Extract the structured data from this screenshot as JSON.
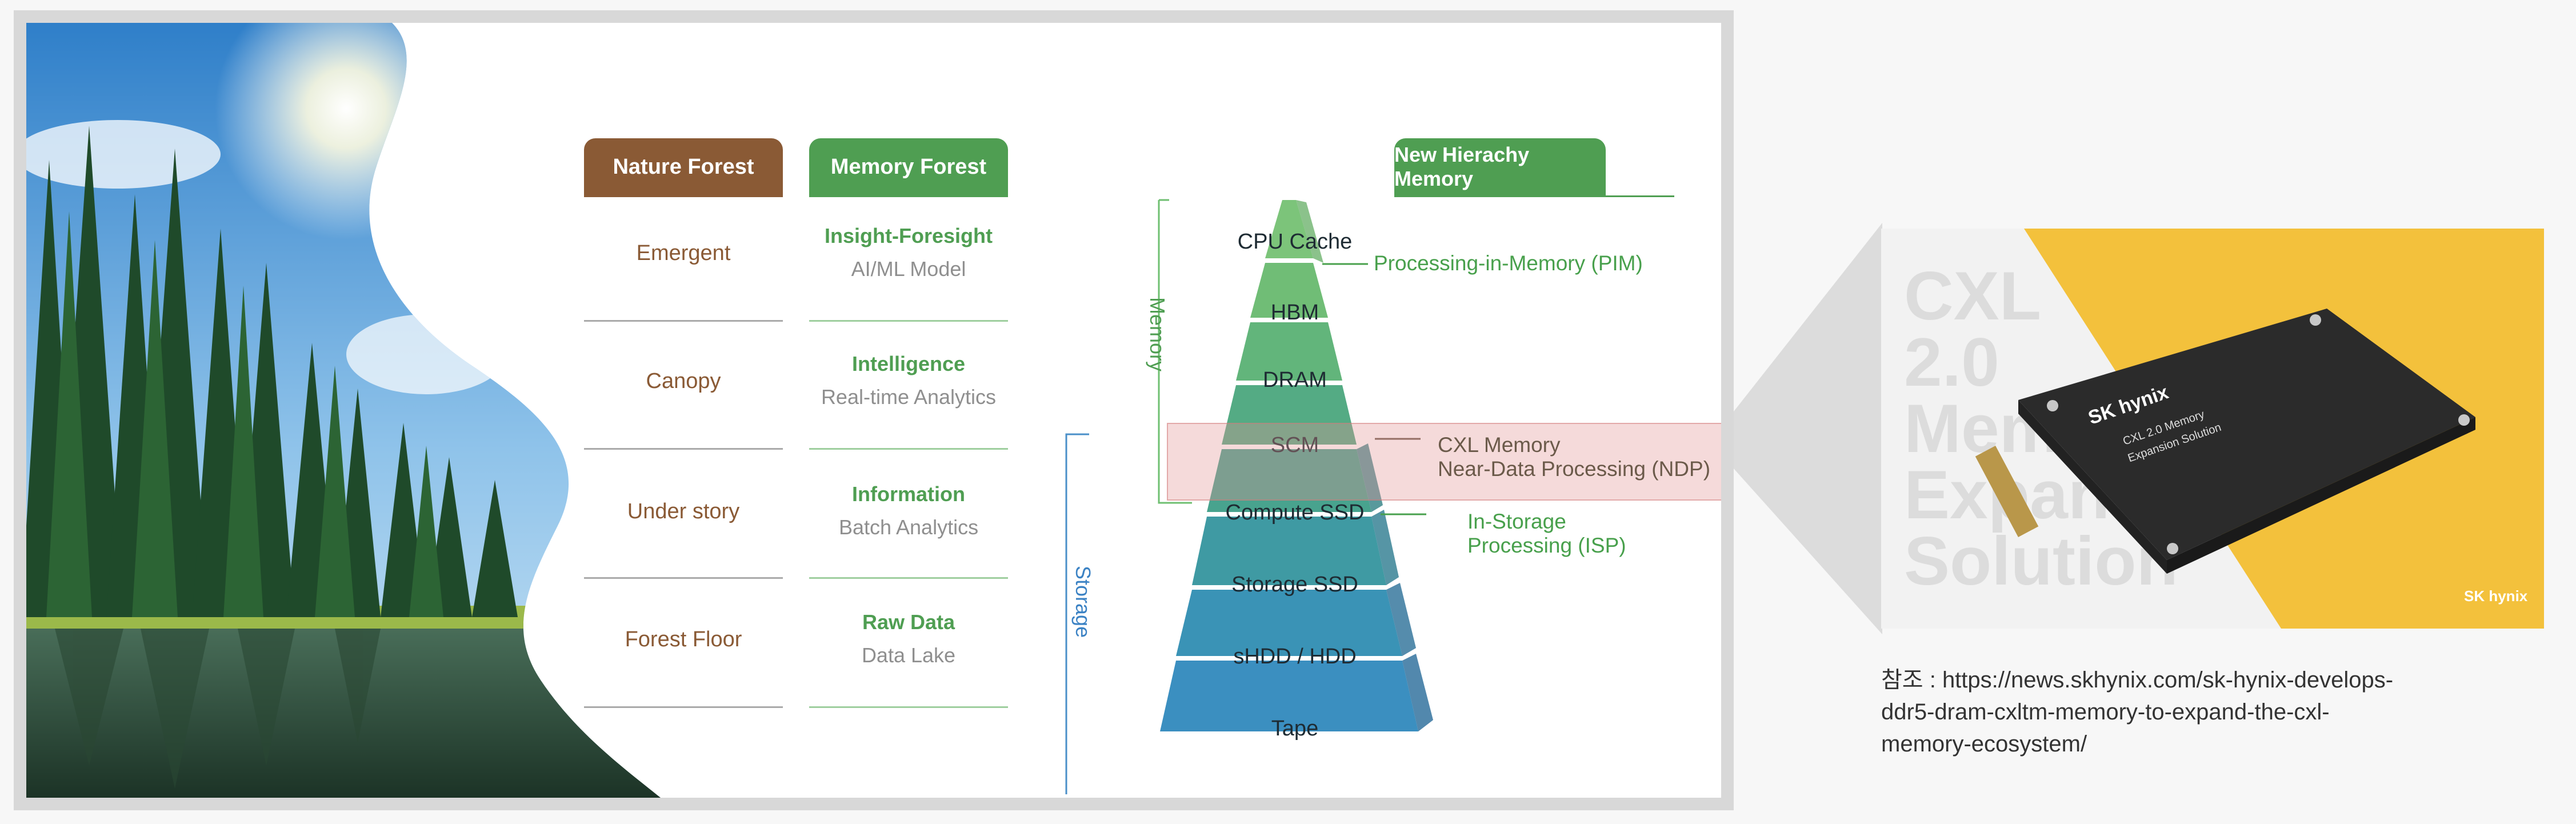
{
  "table": {
    "nature_header": "Nature Forest",
    "memory_header": "Memory Forest",
    "rows": [
      {
        "nature": "Emergent",
        "memory_title": "Insight-Foresight",
        "memory_sub": "AI/ML Model"
      },
      {
        "nature": "Canopy",
        "memory_title": "Intelligence",
        "memory_sub": "Real-time Analytics"
      },
      {
        "nature": "Under story",
        "memory_title": "Information",
        "memory_sub": "Batch Analytics"
      },
      {
        "nature": "Forest Floor",
        "memory_title": "Raw Data",
        "memory_sub": "Data Lake"
      }
    ]
  },
  "pyramid": {
    "header": "New Hierachy Memory",
    "memory_label": "Memory",
    "storage_label": "Storage",
    "levels": [
      "CPU Cache",
      "HBM",
      "DRAM",
      "SCM",
      "Compute SSD",
      "Storage SSD",
      "sHDD / HDD",
      "Tape"
    ],
    "callouts": {
      "pim": "Processing-in-Memory (PIM)",
      "cxl_1": "CXL Memory",
      "cxl_2": "Near-Data Processing (NDP)",
      "isp_1": "In-Storage",
      "isp_2": "Processing (ISP)"
    }
  },
  "product": {
    "bg_text": [
      "CXL",
      "2.0",
      "Memory",
      "Expansion",
      "Solution"
    ],
    "brand": "SK hynix",
    "module_text_1": "CXL 2.0 Memory",
    "module_text_2": "Expansion Solution"
  },
  "reference": {
    "line1": "참조 : https://news.skhynix.com/sk-hynix-develops-",
    "line2": "ddr5-dram-cxltm-memory-to-expand-the-cxl-",
    "line3": "memory-ecosystem/"
  },
  "colors": {
    "brown": "#8a5a35",
    "green": "#4f9e52",
    "pyramid_top": "#7cc47a",
    "pyramid_bottom": "#3b8fc0",
    "yellow": "#f3c13c"
  }
}
